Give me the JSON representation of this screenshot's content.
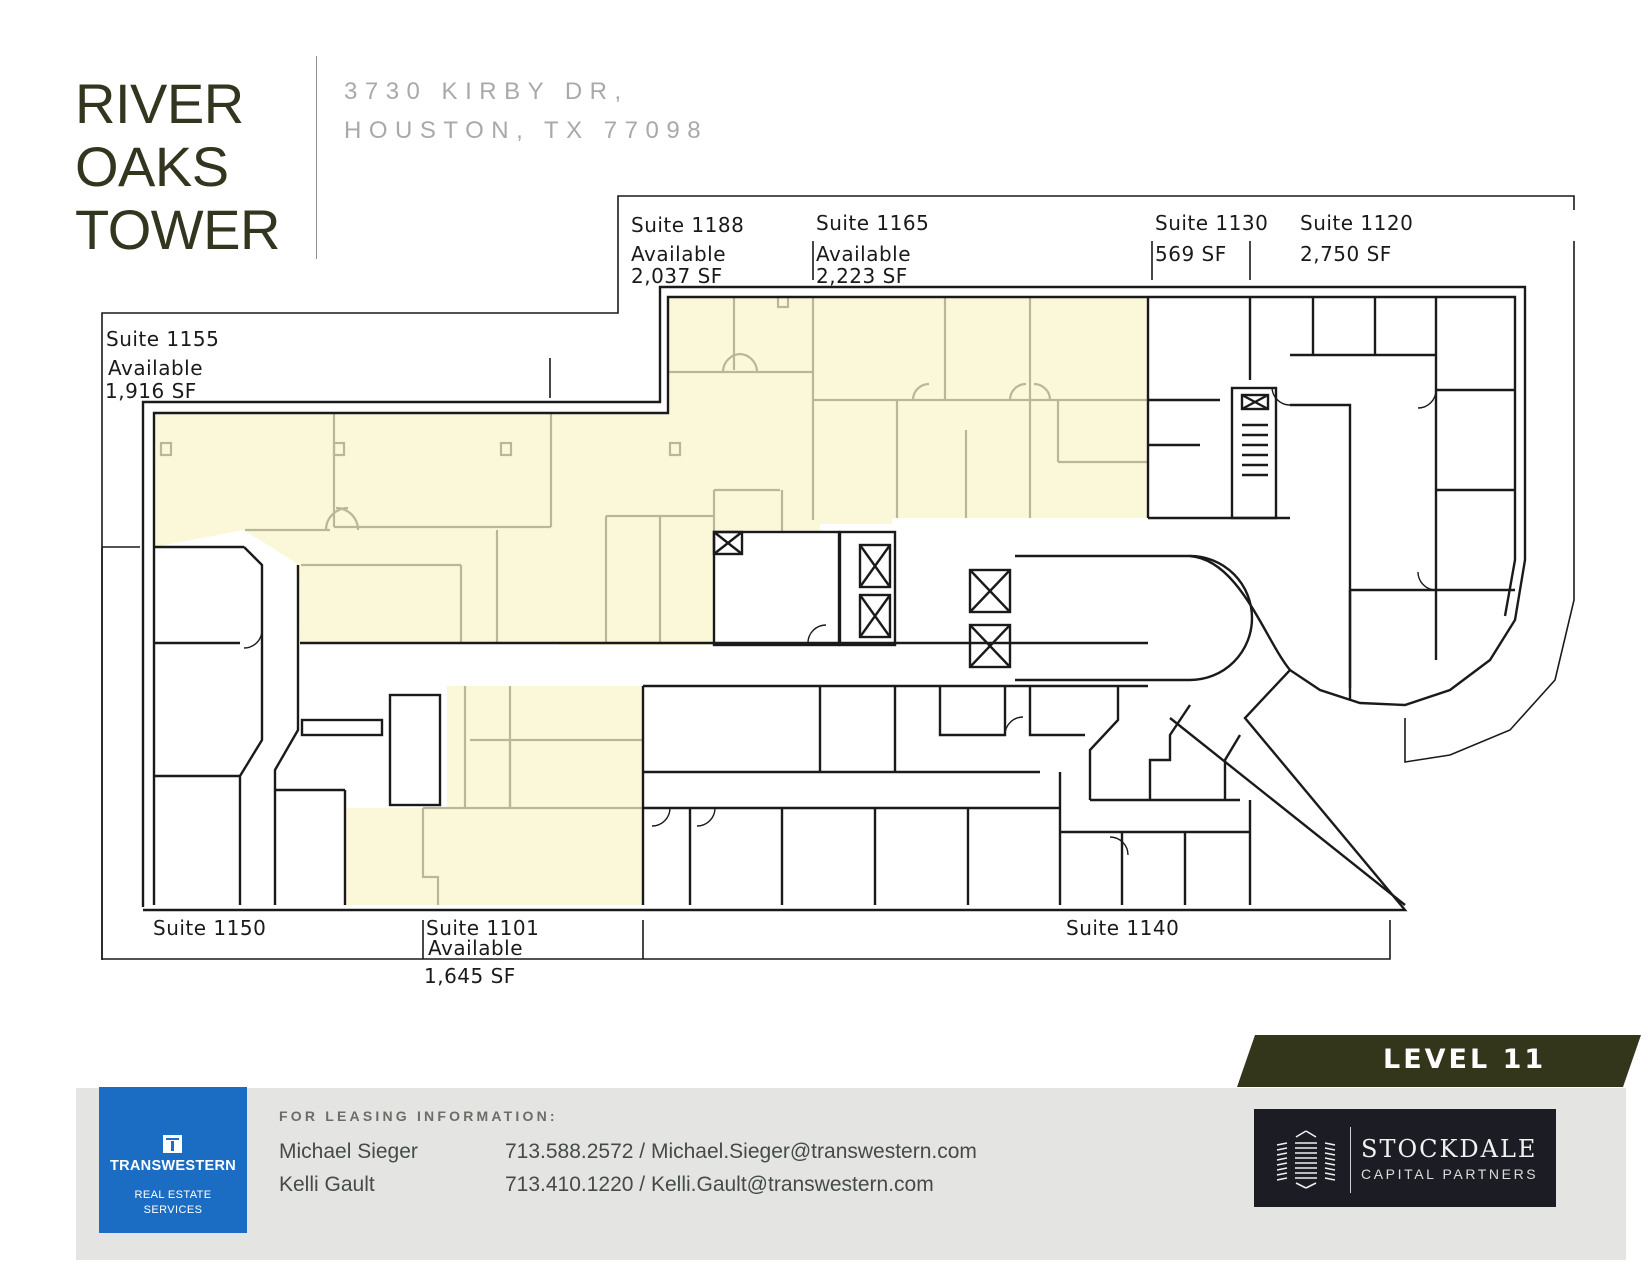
{
  "header": {
    "building_name_lines": [
      "RIVER",
      "OAKS",
      "TOWER"
    ],
    "address_lines": [
      "3730 KIRBY DR,",
      "HOUSTON, TX 77098"
    ]
  },
  "floor_plan": {
    "level_label": "LEVEL 11",
    "colors": {
      "available_fill": "#fbf8da",
      "available_wall": "#b9b795",
      "wall": "#1a1a1a",
      "banner": "#33361a"
    },
    "suites": [
      {
        "id": "suite-1155",
        "label": "Suite 1155",
        "status": "Available",
        "area": "1,916 SF"
      },
      {
        "id": "suite-1188",
        "label": "Suite 1188",
        "status": "Available",
        "area": "2,037 SF"
      },
      {
        "id": "suite-1165",
        "label": "Suite 1165",
        "status": "Available",
        "area": "2,223 SF"
      },
      {
        "id": "suite-1130",
        "label": "Suite 1130",
        "status": "",
        "area": "569 SF"
      },
      {
        "id": "suite-1120",
        "label": "Suite 1120",
        "status": "",
        "area": "2,750 SF"
      },
      {
        "id": "suite-1150",
        "label": "Suite 1150",
        "status": "",
        "area": ""
      },
      {
        "id": "suite-1101",
        "label": "Suite 1101",
        "status": "Available",
        "area": "1,645 SF"
      },
      {
        "id": "suite-1140",
        "label": "Suite 1140",
        "status": "",
        "area": ""
      }
    ]
  },
  "footer": {
    "leasing_label": "FOR LEASING INFORMATION:",
    "contacts": [
      {
        "name": "Michael  Sieger",
        "phone_email": "713.588.2572 / Michael.Sieger@transwestern.com"
      },
      {
        "name": "Kelli Gault",
        "phone_email": "713.410.1220 / Kelli.Gault@transwestern.com"
      }
    ],
    "broker_logo": {
      "name": "TRANSWESTERN",
      "sub_lines": [
        "REAL ESTATE",
        "SERVICES"
      ],
      "color": "#1a6dc2"
    },
    "owner_logo": {
      "name": "STOCKDALE",
      "sub": "CAPITAL PARTNERS",
      "color": "#1c1d24"
    }
  }
}
